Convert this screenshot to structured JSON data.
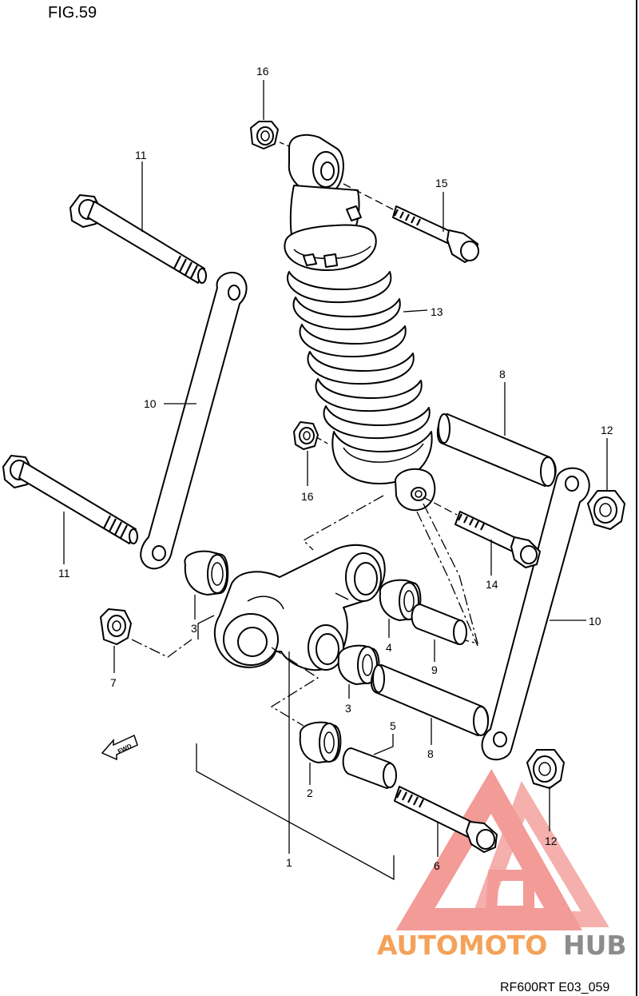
{
  "figure_label": "FIG.59",
  "drawing_code": "RF600RT E03_059",
  "fwd_label": "FWD",
  "watermark": {
    "text_orange": "AUTOMOTO",
    "text_gray": "HUB",
    "color_orange": "#f4a259",
    "color_gray": "#8c8c8c",
    "logo_color": "#f08a86"
  },
  "callouts": {
    "p1": "1",
    "p2": "2",
    "p3a": "3",
    "p3b": "3",
    "p4": "4",
    "p5": "5",
    "p6": "6",
    "p7": "7",
    "p8a": "8",
    "p8b": "8",
    "p9": "9",
    "p10a": "10",
    "p10b": "10",
    "p11a": "11",
    "p11b": "11",
    "p12a": "12",
    "p12b": "12",
    "p13": "13",
    "p14": "14",
    "p15": "15",
    "p16a": "16",
    "p16b": "16"
  }
}
